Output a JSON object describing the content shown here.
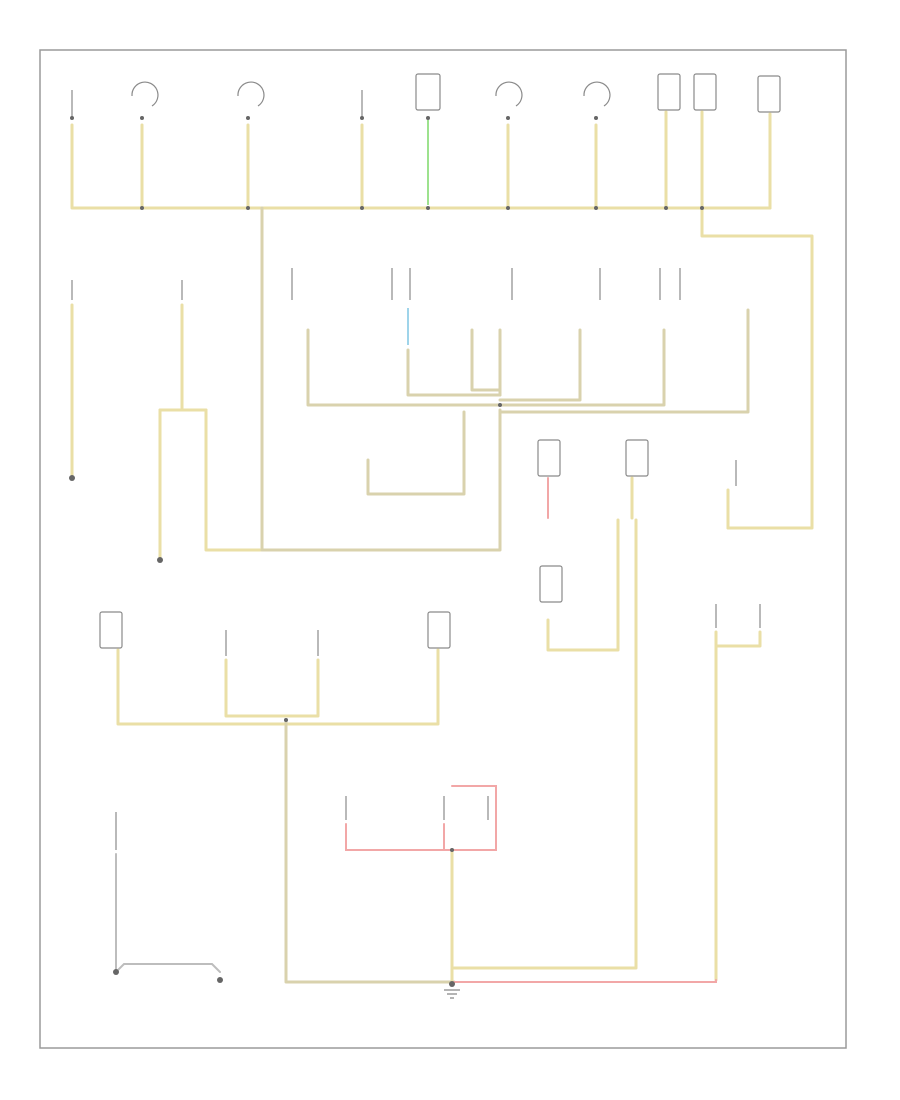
{
  "diagram": {
    "type": "wiring-diagram",
    "page_code": "",
    "legible_text": []
  },
  "colors": {
    "frame": "#9a9a9a",
    "wire_tan": "#eadfa6",
    "wire_yellow_green": "#c8e86a",
    "wire_green": "#9de28e",
    "wire_blue": "#9fd4ea",
    "wire_red_pink": "#f2a7a7",
    "wire_gray": "#bdbdbd",
    "component_outline": "#8a8a8a"
  },
  "components": [
    {
      "id": "c1",
      "shape": "connector-stub"
    },
    {
      "id": "c2",
      "shape": "lamp"
    },
    {
      "id": "c3",
      "shape": "lamp"
    },
    {
      "id": "c4",
      "shape": "connector-stub"
    },
    {
      "id": "c5",
      "shape": "box"
    },
    {
      "id": "c6",
      "shape": "lamp"
    },
    {
      "id": "c7",
      "shape": "lamp"
    },
    {
      "id": "c8",
      "shape": "box"
    },
    {
      "id": "c9",
      "shape": "box"
    },
    {
      "id": "c10",
      "shape": "box"
    },
    {
      "id": "c11",
      "shape": "box"
    },
    {
      "id": "c12",
      "shape": "box"
    },
    {
      "id": "c13",
      "shape": "box"
    },
    {
      "id": "c14",
      "shape": "box"
    },
    {
      "id": "c15",
      "shape": "box"
    },
    {
      "id": "c16",
      "shape": "box"
    },
    {
      "id": "c17",
      "shape": "box"
    },
    {
      "id": "c18",
      "shape": "box"
    },
    {
      "id": "c19",
      "shape": "box"
    },
    {
      "id": "c20",
      "shape": "box"
    },
    {
      "id": "c21",
      "shape": "box"
    },
    {
      "id": "c22",
      "shape": "box"
    }
  ],
  "grounds": [
    {
      "id": "g1"
    },
    {
      "id": "g2"
    },
    {
      "id": "g3"
    },
    {
      "id": "g4"
    },
    {
      "id": "g5"
    },
    {
      "id": "g6"
    }
  ]
}
